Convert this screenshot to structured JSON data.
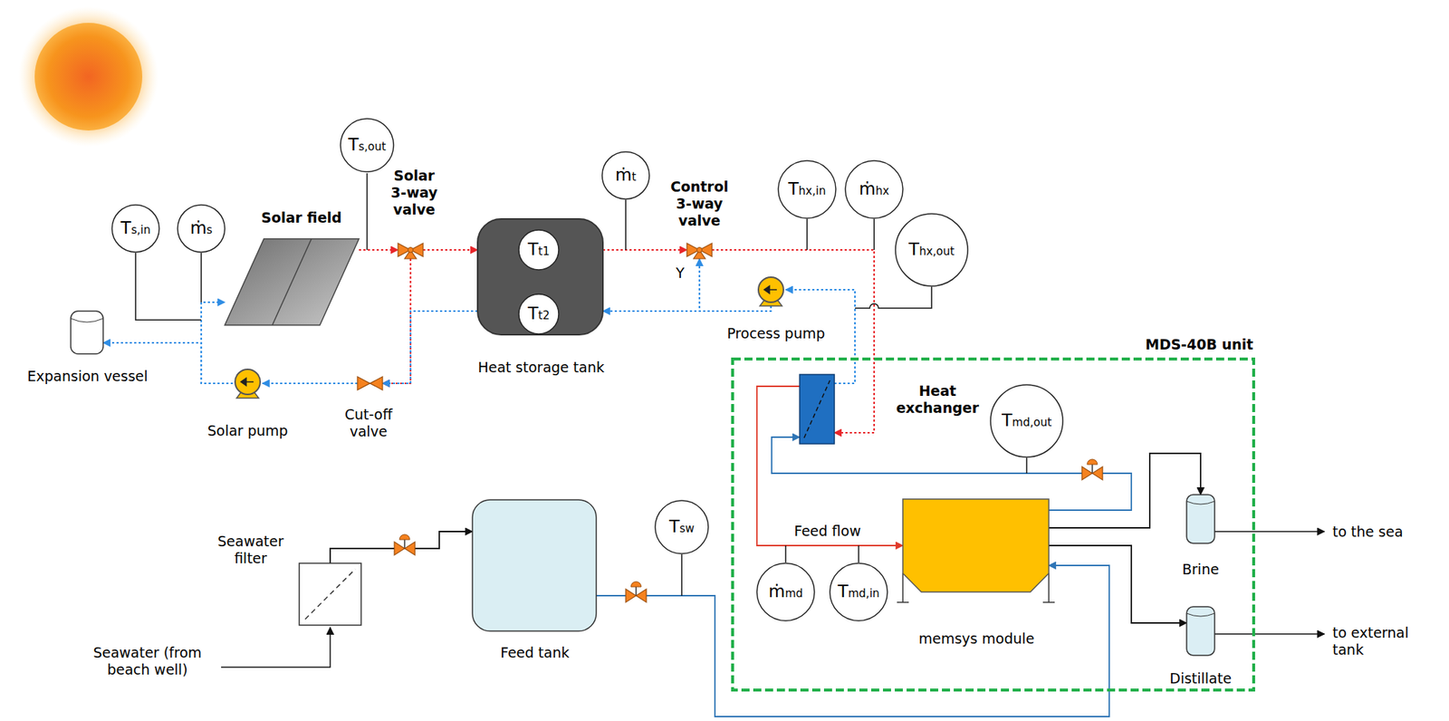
{
  "diagram": {
    "nodes": [
      {
        "text": [
          "Ts,in"
        ]
      },
      {
        "text": [
          "ṁs"
        ]
      },
      {
        "text": [
          "Solar field"
        ]
      },
      {
        "text": [
          "Ts,out"
        ]
      },
      {
        "text": [
          "Solar 3-way valve"
        ]
      },
      {
        "text": [
          "Heat storage tank"
        ]
      },
      {
        "text": [
          "Tt1"
        ],
        "in": 5
      },
      {
        "text": [
          "Tt2"
        ],
        "in": 5
      },
      {
        "text": [
          "ṁt"
        ]
      },
      {
        "text": [
          "Control 3-way valve"
        ]
      },
      {
        "text": [
          "Thx,in"
        ]
      },
      {
        "text": [
          "ṁhx"
        ]
      },
      {
        "text": [
          "Thx,out"
        ]
      },
      {
        "text": [
          "Process pump"
        ]
      },
      {
        "text": [
          "Expansion vessel"
        ]
      },
      {
        "text": [
          "Solar pump"
        ]
      },
      {
        "text": [
          "Cut-off valve"
        ]
      },
      {
        "text": [
          "MDS-40B unit"
        ]
      },
      {
        "text": [
          "Heat exchanger"
        ],
        "in": 17
      },
      {
        "text": [
          "Tmd,out"
        ],
        "in": 17
      },
      {
        "text": [
          "memsys module"
        ],
        "in": 17
      },
      {
        "text": [
          "ṁmd"
        ],
        "in": 17
      },
      {
        "text": [
          "Tmd,in"
        ],
        "in": 17
      },
      {
        "text": [
          "Brine"
        ],
        "in": 17
      },
      {
        "text": [
          "Distillate"
        ],
        "in": 17
      },
      {
        "text": [
          "Seawater filter"
        ]
      },
      {
        "text": [
          "Feed tank"
        ]
      },
      {
        "text": [
          "Tsw"
        ]
      }
    ],
    "edges": [
      {
        "from": 2,
        "to": 4,
        "arrow": "to"
      },
      {
        "from": 4,
        "to": 5,
        "arrow": "to"
      },
      {
        "from": 4,
        "to": 16,
        "arrow": "to"
      },
      {
        "from": 5,
        "to": 16,
        "arrow": "to"
      },
      {
        "from": 16,
        "to": 15,
        "arrow": "to"
      },
      {
        "from": 15,
        "to": 2,
        "arrow": "to"
      },
      {
        "from": 15,
        "to": 14,
        "arrow": "to"
      },
      {
        "from": 5,
        "to": 9,
        "arrow": "to"
      },
      {
        "from": 9,
        "to": 18,
        "arrow": "to"
      },
      {
        "from": 18,
        "to": 13,
        "arrow": "to"
      },
      {
        "from": 13,
        "to": 9,
        "arrow": "to"
      },
      {
        "from": 13,
        "to": 5,
        "arrow": "to"
      },
      {
        "from": 18,
        "to": 20,
        "label": "Feed flow",
        "arrow": "to"
      },
      {
        "from": 20,
        "to": 18,
        "arrow": "to"
      },
      {
        "from": 20,
        "to": 23,
        "arrow": "to"
      },
      {
        "from": 20,
        "to": 24,
        "arrow": "to"
      },
      {
        "from": 25,
        "to": 26,
        "arrow": "to"
      },
      {
        "from": 26,
        "to": 20,
        "arrow": "to"
      }
    ],
    "labels": [
      "Y",
      "to the sea",
      "to external tank",
      "Seawater (from beach well)"
    ]
  }
}
